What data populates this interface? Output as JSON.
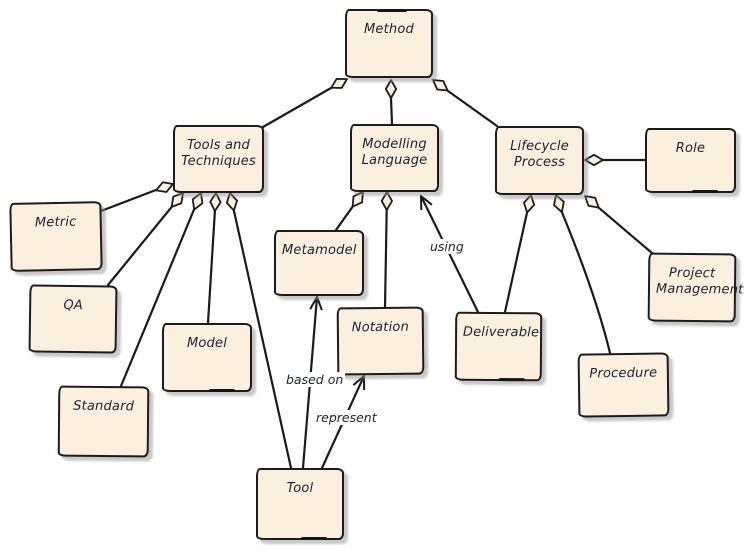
{
  "diagram": {
    "type": "uml-aggregation-diagram",
    "colors": {
      "background": "#ffffff",
      "node_fill": "#faf0dd",
      "node_border": "#1c1c1c",
      "line": "#1a1a1a",
      "shadow": "#919191",
      "text": "#1d2130"
    },
    "nodes": [
      {
        "id": "method",
        "label": "Method"
      },
      {
        "id": "tools-and-techniques",
        "label": "Tools and Techniques"
      },
      {
        "id": "modelling-language",
        "label": "Modelling Language"
      },
      {
        "id": "lifecycle-process",
        "label": "Lifecycle Process"
      },
      {
        "id": "role",
        "label": "Role"
      },
      {
        "id": "metric",
        "label": "Metric"
      },
      {
        "id": "qa",
        "label": "QA"
      },
      {
        "id": "model",
        "label": "Model"
      },
      {
        "id": "standard",
        "label": "Standard"
      },
      {
        "id": "metamodel",
        "label": "Metamodel"
      },
      {
        "id": "notation",
        "label": "Notation"
      },
      {
        "id": "deliverable",
        "label": "Deliverable"
      },
      {
        "id": "procedure",
        "label": "Procedure"
      },
      {
        "id": "project-management",
        "label": "Project Management"
      },
      {
        "id": "tool",
        "label": "Tool"
      }
    ],
    "edge_labels": [
      {
        "id": "using",
        "text": "using"
      },
      {
        "id": "based-on",
        "text": "based on"
      },
      {
        "id": "represent",
        "text": "represent"
      }
    ],
    "relations": [
      {
        "from": "Method",
        "to": "Tools and Techniques",
        "kind": "aggregation"
      },
      {
        "from": "Method",
        "to": "Modelling Language",
        "kind": "aggregation"
      },
      {
        "from": "Method",
        "to": "Lifecycle Process",
        "kind": "aggregation"
      },
      {
        "from": "Tools and Techniques",
        "to": "Metric",
        "kind": "aggregation"
      },
      {
        "from": "Tools and Techniques",
        "to": "QA",
        "kind": "aggregation"
      },
      {
        "from": "Tools and Techniques",
        "to": "Standard",
        "kind": "aggregation"
      },
      {
        "from": "Tools and Techniques",
        "to": "Model",
        "kind": "aggregation"
      },
      {
        "from": "Tools and Techniques",
        "to": "Tool",
        "kind": "aggregation"
      },
      {
        "from": "Modelling Language",
        "to": "Metamodel",
        "kind": "aggregation"
      },
      {
        "from": "Modelling Language",
        "to": "Notation",
        "kind": "aggregation"
      },
      {
        "from": "Lifecycle Process",
        "to": "Deliverable",
        "kind": "aggregation"
      },
      {
        "from": "Lifecycle Process",
        "to": "Procedure",
        "kind": "aggregation"
      },
      {
        "from": "Lifecycle Process",
        "to": "Project Management",
        "kind": "aggregation"
      },
      {
        "from": "Lifecycle Process",
        "to": "Role",
        "kind": "aggregation"
      },
      {
        "from": "Deliverable",
        "to": "Modelling Language",
        "kind": "arrow",
        "label": "using"
      },
      {
        "from": "Tool",
        "to": "Metamodel",
        "kind": "arrow",
        "label": "based on"
      },
      {
        "from": "Tool",
        "to": "Notation",
        "kind": "arrow",
        "label": "represent"
      }
    ]
  }
}
